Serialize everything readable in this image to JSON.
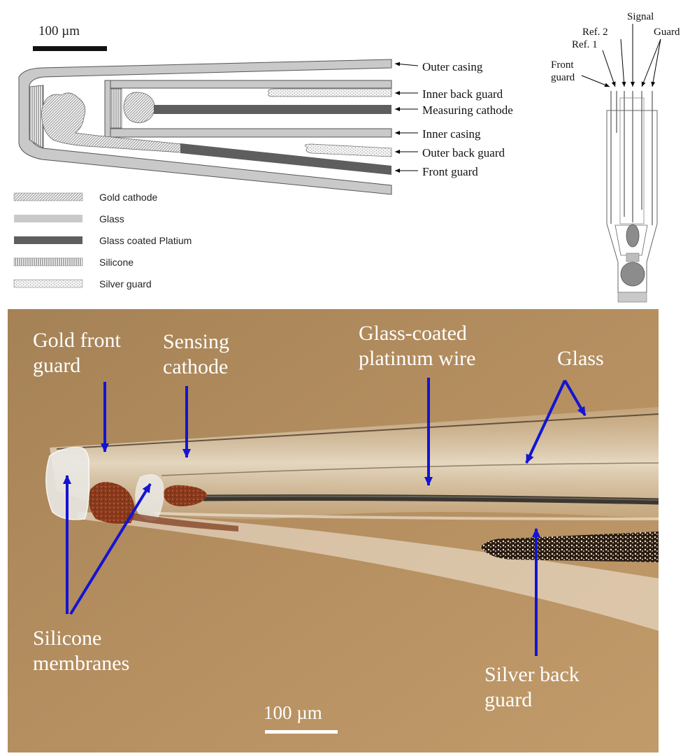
{
  "schematic": {
    "scale_bar": "100 µm",
    "labels": {
      "outer_casing": "Outer casing",
      "inner_back_guard": "Inner back guard",
      "measuring_cathode": "Measuring cathode",
      "inner_casing": "Inner casing",
      "outer_back_guard": "Outer back guard",
      "front_guard": "Front guard"
    },
    "legend": [
      {
        "label": "Gold cathode",
        "pattern": "gold-hatch"
      },
      {
        "label": "Glass",
        "pattern": "glass-fill"
      },
      {
        "label": "Glass coated Platium",
        "pattern": "platinum-fill"
      },
      {
        "label": "Silicone",
        "pattern": "silicone-lines"
      },
      {
        "label": "Silver guard",
        "pattern": "silver-dots"
      }
    ],
    "colors": {
      "glass": "#c9c9c9",
      "platinum": "#5e5e5e",
      "outline": "#555555"
    }
  },
  "connector_diagram": {
    "labels": {
      "signal": "Signal",
      "ref2": "Ref. 2",
      "ref1": "Ref. 1",
      "guard": "Guard",
      "front_guard_line1": "Front",
      "front_guard_line2": "guard"
    }
  },
  "photo": {
    "labels": {
      "gold_front_guard_1": "Gold front",
      "gold_front_guard_2": "guard",
      "sensing_cathode_1": "Sensing",
      "sensing_cathode_2": "cathode",
      "glass_coated_1": "Glass-coated",
      "glass_coated_2": "platinum wire",
      "glass": "Glass",
      "silicone_1": "Silicone",
      "silicone_2": "membranes",
      "silver_1": "Silver back",
      "silver_2": "guard"
    },
    "scale_bar": "100 µm",
    "colors": {
      "arrow": "#1414d2",
      "background": "#b08a5a",
      "label": "#ffffff"
    }
  }
}
